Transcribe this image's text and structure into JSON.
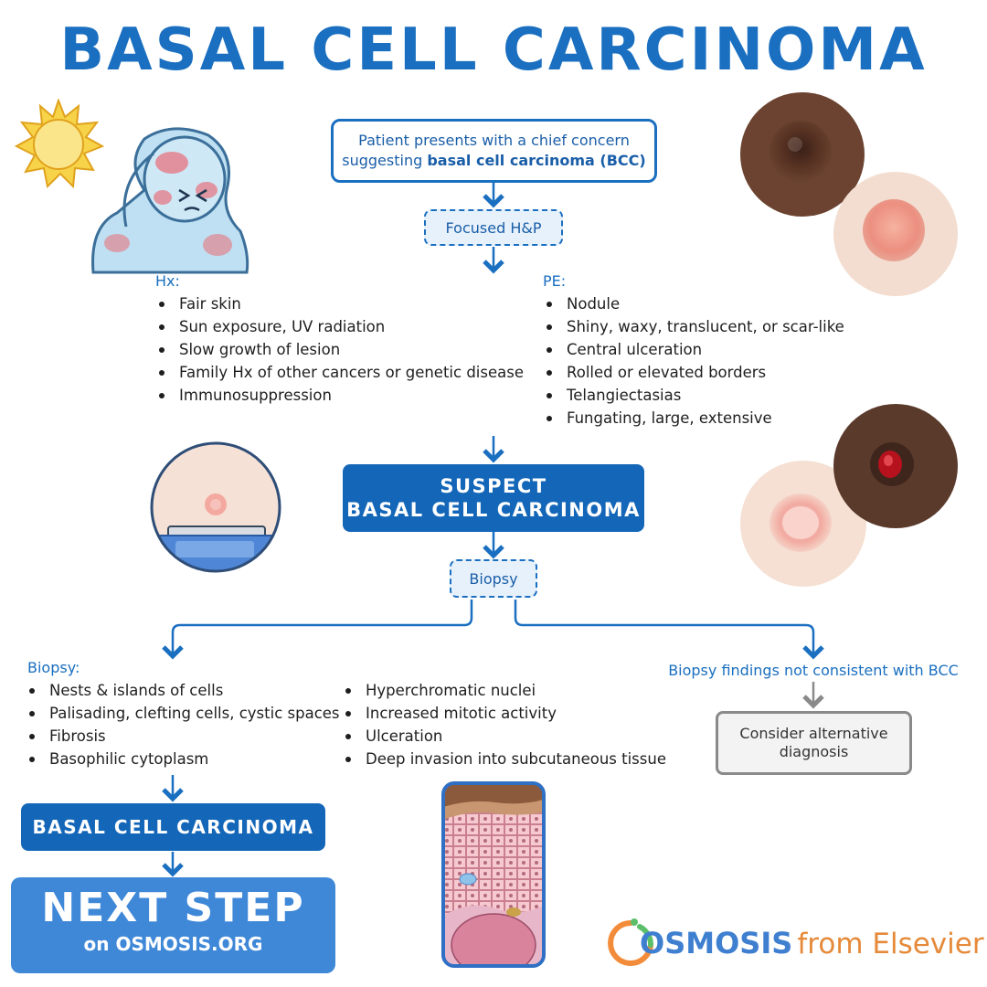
{
  "title": "BASAL CELL CARCINOMA",
  "start_box": {
    "line1": "Patient presents with a chief concern",
    "line2_prefix": "suggesting ",
    "line2_bold": "basal cell carcinoma (BCC)"
  },
  "focused_hp": "Focused H&P",
  "hx": {
    "heading": "Hx:",
    "items": [
      "Fair skin",
      "Sun exposure, UV radiation",
      "Slow growth of lesion",
      "Family Hx of other cancers or genetic disease",
      "Immunosuppression"
    ]
  },
  "pe": {
    "heading": "PE:",
    "items": [
      "Nodule",
      "Shiny, waxy, translucent, or scar-like",
      "Central ulceration",
      "Rolled or elevated borders",
      "Telangiectasias",
      "Fungating, large, extensive"
    ]
  },
  "suspect_box": {
    "line1": "SUSPECT",
    "line2": "BASAL CELL CARCINOMA"
  },
  "biopsy_box": "Biopsy",
  "biopsy_findings": {
    "heading": "Biopsy:",
    "col1": [
      "Nests & islands of cells",
      "Palisading, clefting cells, cystic spaces",
      "Fibrosis",
      "Basophilic cytoplasm"
    ],
    "col2": [
      "Hyperchromatic nuclei",
      "Increased mitotic activity",
      "Ulceration",
      "Deep invasion into subcutaneous tissue"
    ]
  },
  "not_consistent": {
    "label": "Biopsy findings not consistent with BCC",
    "box_line1": "Consider alternative",
    "box_line2": "diagnosis"
  },
  "diagnosis_box": "BASAL CELL CARCINOMA",
  "next_step": {
    "line1": "NEXT STEP",
    "line2": "on OSMOSIS.ORG"
  },
  "logo": {
    "brand": "OSMOSIS",
    "suffix": "from Elsevier"
  },
  "icons": [
    "sun-icon",
    "sunburned-person-icon",
    "skin-lesion-icon",
    "lesion-magnifier-icon",
    "histology-icon",
    "osmosis-logo-icon"
  ],
  "colors": {
    "primary": "#1467b8",
    "title": "#1a6fc0",
    "next_step": "#3f88d8",
    "logo_orange": "#e58a3a"
  }
}
